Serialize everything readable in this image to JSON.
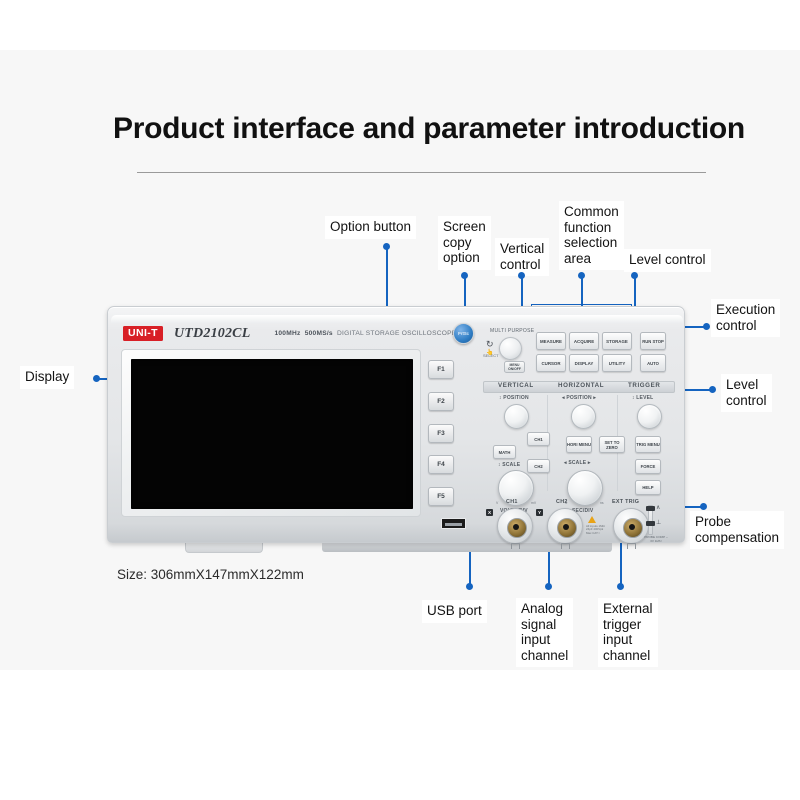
{
  "page": {
    "title": "Product interface and parameter introduction",
    "size_caption": "Size: 306mmX147mmX122mm",
    "accent_color": "#1564c0",
    "background_color": "#f7f7f7",
    "brand_color": "#d81f26"
  },
  "callouts": [
    {
      "id": "option-button",
      "label": "Option button"
    },
    {
      "id": "screen-copy",
      "label": "Screen\ncopy\noption"
    },
    {
      "id": "vertical-control",
      "label": "Vertical\ncontrol"
    },
    {
      "id": "common-function",
      "label": "Common\nfunction\nselection\narea"
    },
    {
      "id": "level-control-top",
      "label": "Level control"
    },
    {
      "id": "execution-control",
      "label": "Execution\ncontrol"
    },
    {
      "id": "level-control-right",
      "label": "Level\ncontrol"
    },
    {
      "id": "probe-compensation",
      "label": "Probe\ncompensation"
    },
    {
      "id": "display",
      "label": "Display"
    },
    {
      "id": "usb-port",
      "label": "USB port"
    },
    {
      "id": "analog-input",
      "label": "Analog\nsignal\ninput\nchannel"
    },
    {
      "id": "external-trigger",
      "label": "External\ntrigger\ninput\nchannel"
    }
  ],
  "device": {
    "brand": "UNI-T",
    "model": "UTD2102CL",
    "spec_bandwidth": "100MHz",
    "spec_samplerate": "500MS/s",
    "spec_type": "DIGITAL STORAGE OSCILLOSCOPE",
    "prtsc_label": "PrtSc",
    "option_buttons": [
      "F1",
      "F2",
      "F3",
      "F4",
      "F5"
    ],
    "multi_purpose": {
      "label": "MULTI PURPOSE",
      "select_label": "SELECT",
      "menu_onoff_label": "MENU\nON/OFF"
    },
    "function_buttons": [
      "MEASURE",
      "ACQUIRE",
      "STORAGE",
      "CURSOR",
      "DISPLAY",
      "UTILITY"
    ],
    "execution_buttons": [
      {
        "label": "RUN\nSTOP"
      },
      {
        "label": "AUTO"
      }
    ],
    "sections": {
      "vertical": {
        "title": "VERTICAL",
        "position_label": "POSITION",
        "scale_label": "SCALE",
        "knob_label": "VOLTS/DIV",
        "tick_min": "V",
        "tick_max": "mV",
        "buttons": [
          "CH1",
          "CH2",
          "MATH"
        ]
      },
      "horizontal": {
        "title": "HORIZONTAL",
        "position_label": "POSITION",
        "scale_label": "SCALE",
        "knob_label": "SEC/DIV",
        "tick_min": "S",
        "tick_max": "ns",
        "buttons": [
          "HORI\nMENU",
          "SET\nTO ZERO"
        ]
      },
      "trigger": {
        "title": "TRIGGER",
        "level_label": "LEVEL",
        "buttons": [
          "TRIG\nMENU",
          "FORCE",
          "HELP"
        ]
      }
    },
    "connectors": [
      {
        "label": "CH1",
        "badge": "X"
      },
      {
        "label": "CH2",
        "badge": "Y"
      },
      {
        "label": "EXT TRIG",
        "badge": ""
      }
    ],
    "warning_text": "All inputs\n1MΩ 24pF\n400Vpk Max\nCAT I",
    "probe_comp": {
      "top_symbol": "∧",
      "bottom_symbol": "⊥",
      "caption": "PROBE COMP\n~ 3V 1kHz"
    }
  }
}
